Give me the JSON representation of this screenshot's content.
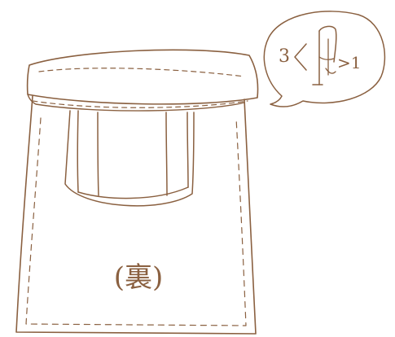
{
  "illustration": {
    "back_side_label": "(裏)",
    "callout": {
      "left_text": "3",
      "right_text": ">1"
    }
  },
  "colors": {
    "ink": "#8a6040",
    "background": "#ffffff"
  }
}
